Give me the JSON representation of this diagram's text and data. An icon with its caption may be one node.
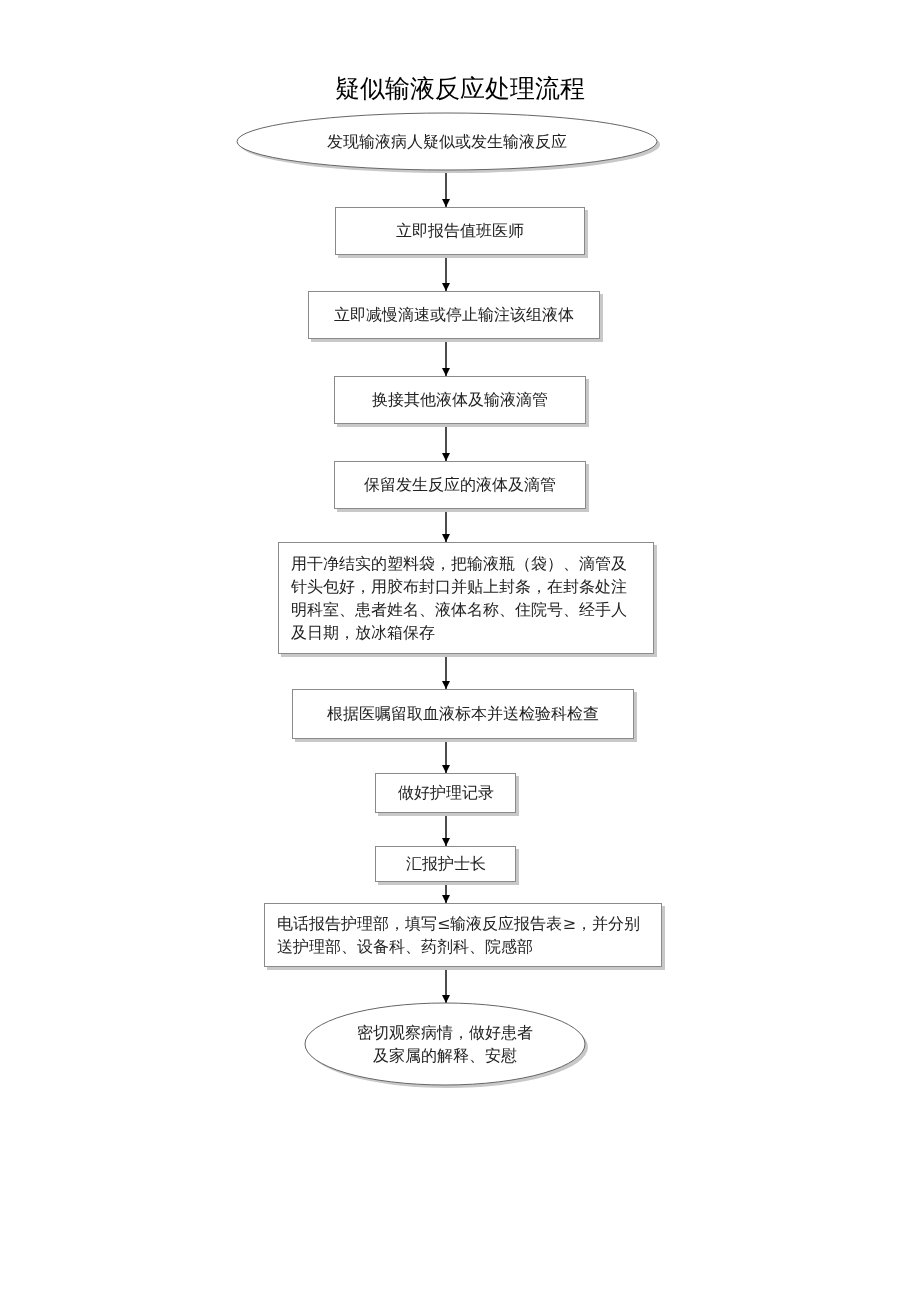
{
  "diagram": {
    "title": "疑似输液反应处理流程",
    "nodes": [
      {
        "text": [
          "发现输液病人疑似或发生输液反应"
        ]
      },
      {
        "text": [
          "立即报告值班医师"
        ]
      },
      {
        "text": [
          "立即减慢滴速或停止输注该组液体"
        ]
      },
      {
        "text": [
          "换接其他液体及输液滴管"
        ]
      },
      {
        "text": [
          "保留发生反应的液体及滴管"
        ]
      },
      {
        "text": [
          "用干净结实的塑料袋，把输液瓶（袋）、滴管及针头包好，用胶布封口并贴上封条，在封条处注明科室、患者姓名、液体名称、住院号、经手人及日期，放冰箱保存"
        ]
      },
      {
        "text": [
          "根据医嘱留取血液标本并送检验科检查"
        ]
      },
      {
        "text": [
          "做好护理记录"
        ]
      },
      {
        "text": [
          "汇报护士长"
        ]
      },
      {
        "text": [
          "电话报告护理部，填写≤输液反应报告表≥，并分别送护理部、设备科、药剂科、院感部"
        ]
      },
      {
        "text": [
          "密切观察病情，做好患者及家属的解释、安慰"
        ]
      }
    ],
    "edges": [
      {
        "from": 0,
        "to": 1,
        "arrow": "to"
      },
      {
        "from": 1,
        "to": 2,
        "arrow": "to"
      },
      {
        "from": 2,
        "to": 3,
        "arrow": "to"
      },
      {
        "from": 3,
        "to": 4,
        "arrow": "to"
      },
      {
        "from": 4,
        "to": 5,
        "arrow": "to"
      },
      {
        "from": 5,
        "to": 6,
        "arrow": "to"
      },
      {
        "from": 6,
        "to": 7,
        "arrow": "to"
      },
      {
        "from": 7,
        "to": 8,
        "arrow": "to"
      },
      {
        "from": 8,
        "to": 9,
        "arrow": "to"
      },
      {
        "from": 9,
        "to": 10,
        "arrow": "to"
      }
    ]
  }
}
